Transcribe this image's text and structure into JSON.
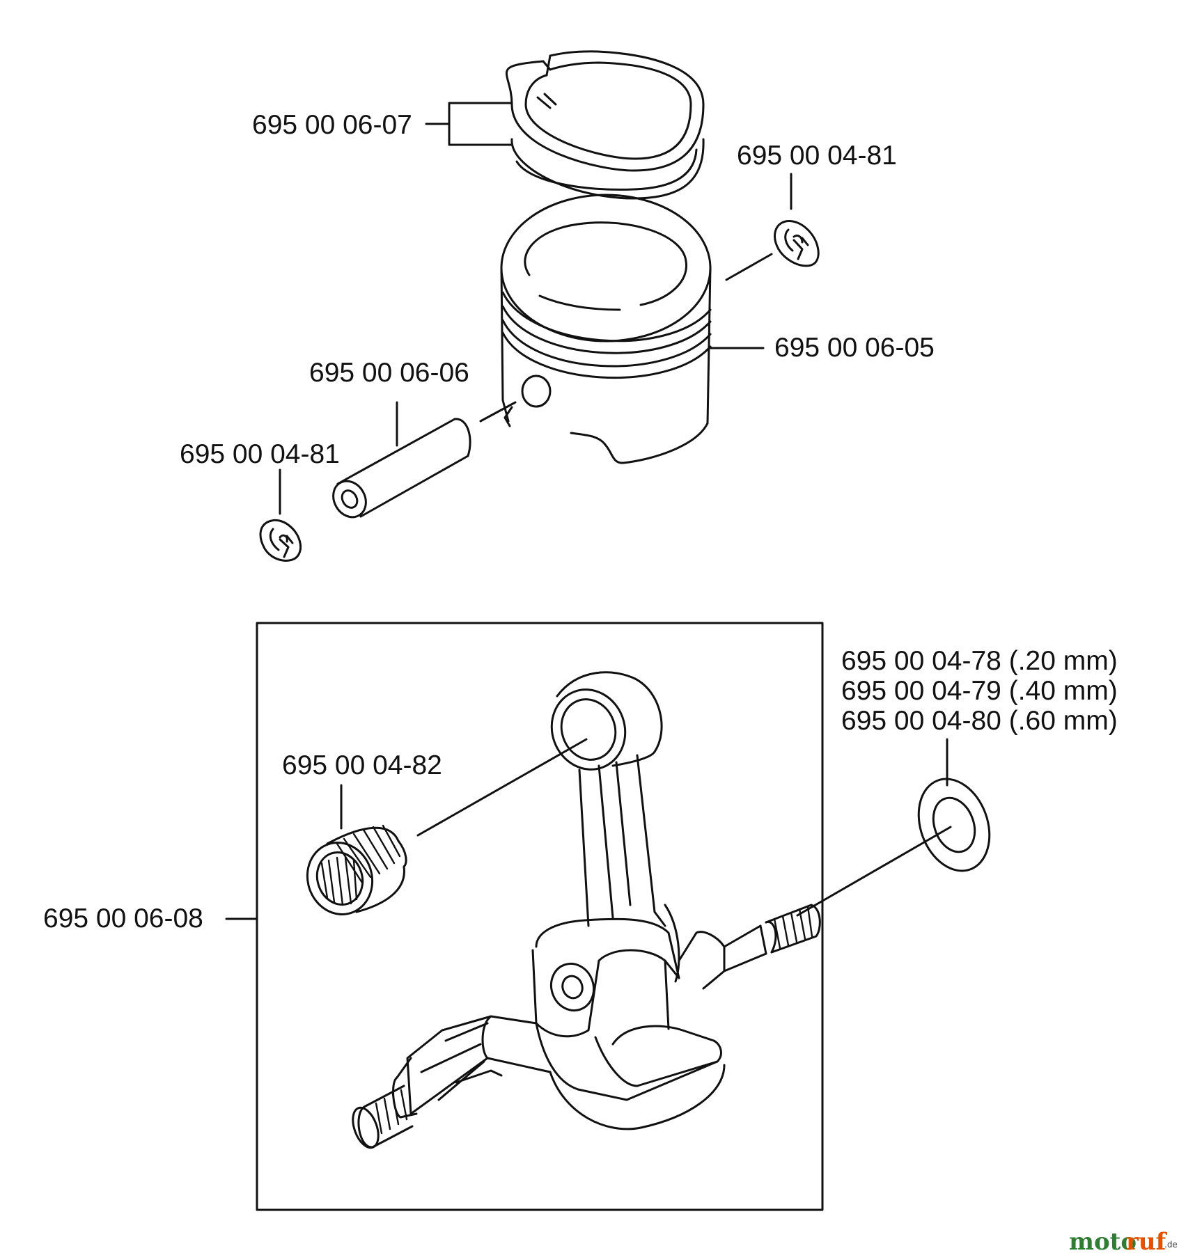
{
  "parts": {
    "piston_rings": "695 00 06-07",
    "circlip_top": "695 00 04-81",
    "piston": "695 00 06-05",
    "piston_pin": "695 00 06-06",
    "circlip_left": "695 00 04-81",
    "crankshaft_assembly": "695 00 06-08",
    "needle_bearing": "695 00 04-82",
    "shims": [
      "695 00 04-78 (.20 mm)",
      "695 00 04-79 (.40 mm)",
      "695 00 04-80 (.60 mm)"
    ]
  },
  "watermark": {
    "brand_a": "moto",
    "brand_b": "ruf",
    "suffix": ".de",
    "colors": {
      "brand_a": "#2e7d32",
      "brand_b": "#e65100"
    }
  },
  "icons": [
    "piston-rings-icon",
    "circlip-icon",
    "piston-icon",
    "piston-pin-icon",
    "needle-bearing-icon",
    "shim-washer-icon",
    "crankshaft-icon"
  ]
}
